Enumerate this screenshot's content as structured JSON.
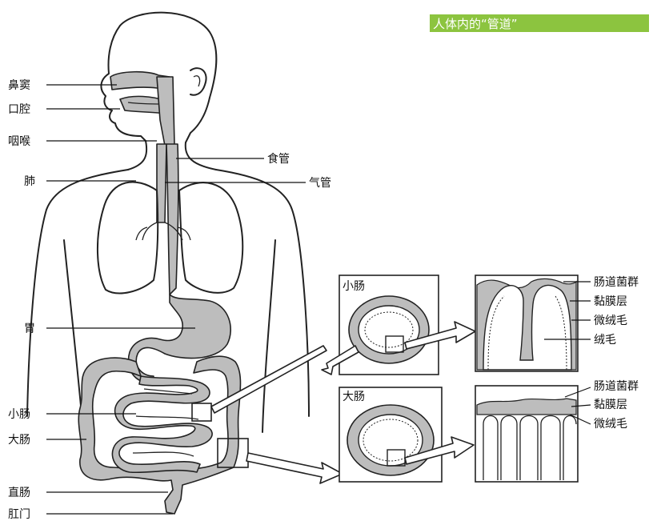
{
  "title": "人体内的“管道”",
  "body_labels": {
    "sinus": "鼻窦",
    "mouth": "口腔",
    "pharynx": "咽喉",
    "lung": "肺",
    "esophagus": "食管",
    "trachea": "气管",
    "stomach": "胃",
    "small_intestine": "小肠",
    "large_intestine": "大肠",
    "rectum": "直肠",
    "anus": "肛门"
  },
  "small_intestine_panel": {
    "heading": "小肠",
    "labels": [
      "肠道菌群",
      "黏膜层",
      "微绒毛",
      "绒毛"
    ]
  },
  "large_intestine_panel": {
    "heading": "大肠",
    "labels": [
      "肠道菌群",
      "黏膜层",
      "微绒毛"
    ]
  },
  "colors": {
    "title_bar": "#8cc43f",
    "organ_fill": "#bdbdbd",
    "outline": "#222222"
  }
}
